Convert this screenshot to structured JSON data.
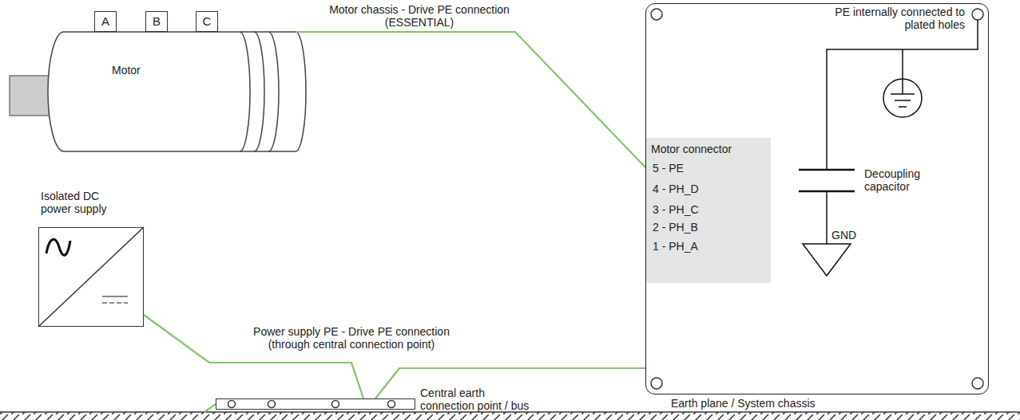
{
  "diagram": {
    "nodes": [
      {
        "text": [
          "A"
        ]
      },
      {
        "text": [
          "B"
        ]
      },
      {
        "text": [
          "C"
        ]
      },
      {
        "text": [
          "Motor"
        ]
      },
      {
        "text": [
          "PE internally connected to plated holes"
        ]
      },
      {
        "text": [
          "Motor connector",
          "5 - PE",
          "4 - PH_D",
          "3 - PH_C",
          "2 - PH_B",
          "1 - PH_A"
        ],
        "in": 4
      },
      {
        "text": [
          "Isolated DC power supply"
        ]
      },
      {
        "text": [
          "Central earth connection point / bus"
        ]
      },
      {
        "text": [
          "Earth plane / System chassis"
        ]
      }
    ],
    "edges": [
      {
        "from": 3,
        "to": 5,
        "arrow": "none",
        "label": "Motor chassis - Drive PE connection (ESSENTIAL)"
      },
      {
        "from": 6,
        "to": 7,
        "arrow": "none",
        "label": "Power supply PE - Drive PE connection (through central connection point)"
      },
      {
        "from": 7,
        "to": 4,
        "arrow": "none"
      },
      {
        "from": 7,
        "to": 8,
        "arrow": "none"
      }
    ],
    "labels": [
      "Decoupling capacitor",
      "GND"
    ]
  }
}
